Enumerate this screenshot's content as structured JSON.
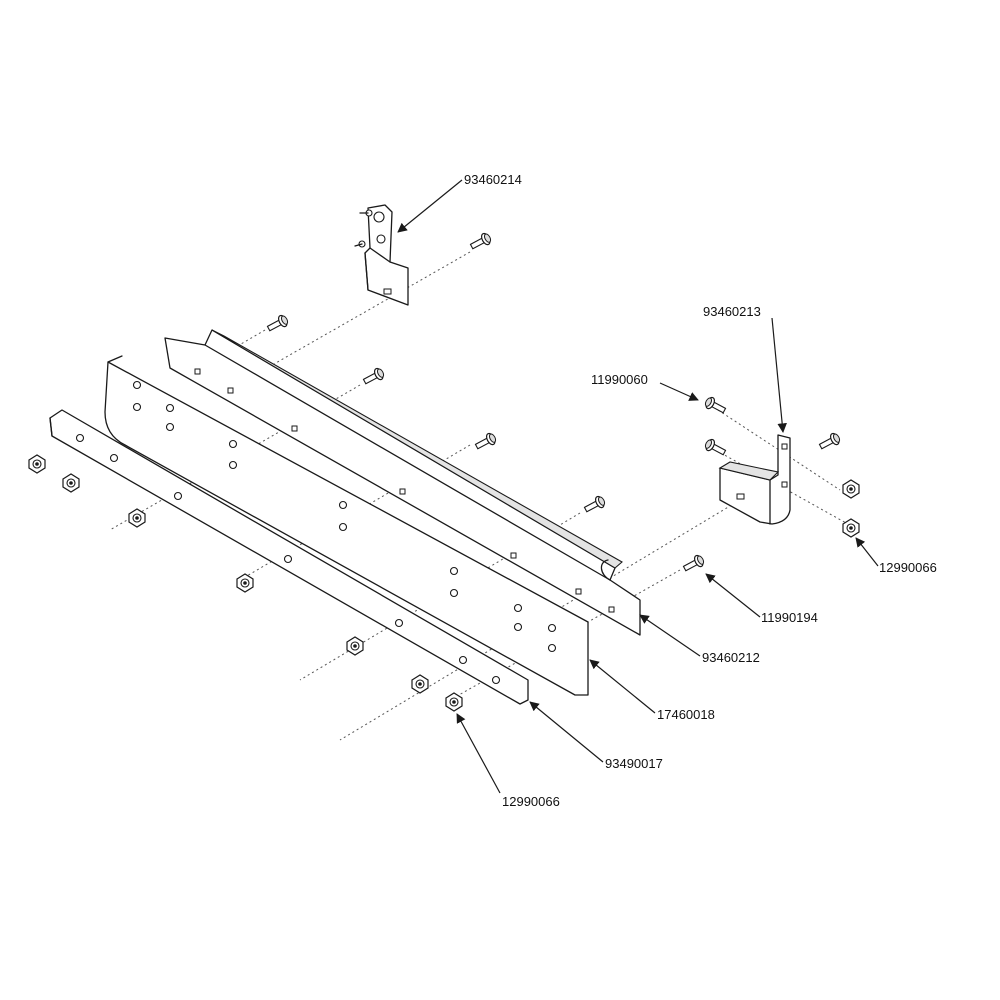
{
  "callouts": {
    "c93460214": "93460214",
    "c93460213": "93460213",
    "c11990060": "11990060",
    "c12990066_right": "12990066",
    "c11990194": "11990194",
    "c93460212": "93460212",
    "c17460018": "17460018",
    "c93490017": "93490017",
    "c12990066_bottom": "12990066"
  },
  "colors": {
    "line": "#1a1a1a",
    "shade": "#e4e4e4",
    "background": "#ffffff"
  }
}
